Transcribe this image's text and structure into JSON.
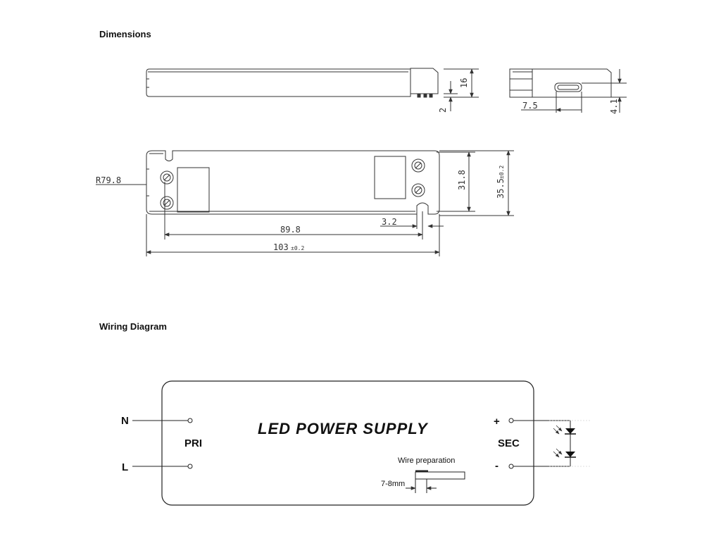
{
  "sections": {
    "dimensions_title": "Dimensions",
    "wiring_title": "Wiring Diagram"
  },
  "dimensions": {
    "height": "16",
    "foot": "2",
    "connector_offset": "7.5",
    "connector_height": "4.1",
    "radius": "R79.8",
    "inner_height": "31.8",
    "outer_height_value": "35.5",
    "outer_height_tol": "±0.2",
    "hole_spacing": "89.8",
    "slot_width": "3.2",
    "length_value": "103",
    "length_tol": "±0.2"
  },
  "wiring": {
    "neutral_label": "N",
    "live_label": "L",
    "primary_label": "PRI",
    "title": "LED POWER SUPPLY",
    "plus_label": "+",
    "minus_label": "-",
    "secondary_label": "SEC",
    "wire_prep_label": "Wire preparation",
    "strip_length": "7-8mm"
  }
}
